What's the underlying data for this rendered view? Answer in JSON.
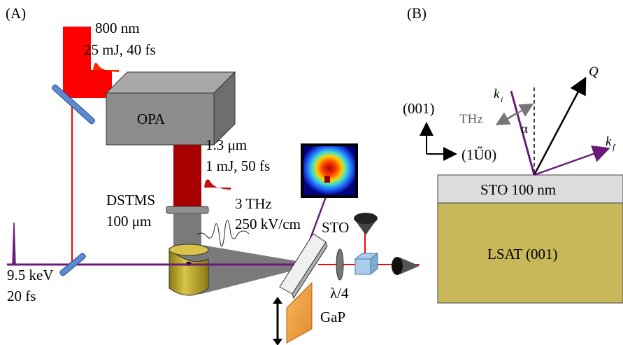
{
  "panel_a": {
    "label": "(A)",
    "pump_800": {
      "line1": "800 nm",
      "line2": "25 mJ, 40 fs"
    },
    "opa": "OPA",
    "ir": {
      "line1": "1.3 μm",
      "line2": "1 mJ, 50 fs"
    },
    "dstms": {
      "line1": "DSTMS",
      "line2": "100 μm"
    },
    "thz": {
      "line1": "3 THz",
      "line2": "250 kV/cm"
    },
    "sample": "STO",
    "xray": {
      "line1": "9.5 keV",
      "line2": "20 fs"
    },
    "waveplate": "λ/4",
    "eo_crystal": "GaP"
  },
  "panel_b": {
    "label": "(B)",
    "dir_001": "(001)",
    "dir_1m10": "(1Ű0)",
    "thz": "THz",
    "alpha": "α",
    "ki": "k⃗",
    "ki_sub": "i",
    "kf": "k⃗",
    "kf_sub": "f",
    "q": "Q⃗",
    "film": "STO 100 nm",
    "substrate": "LSAT (001)"
  },
  "colors": {
    "red_beam": "#ff0000",
    "ir_beam": "#a80000",
    "xray_beam": "#6a1b7a",
    "opa_box": "#8c8c8c",
    "lsat": "#c8b85a",
    "sto": "#dcdcdc",
    "gap": "#f0a040",
    "mirror": "#5b8bd0"
  }
}
